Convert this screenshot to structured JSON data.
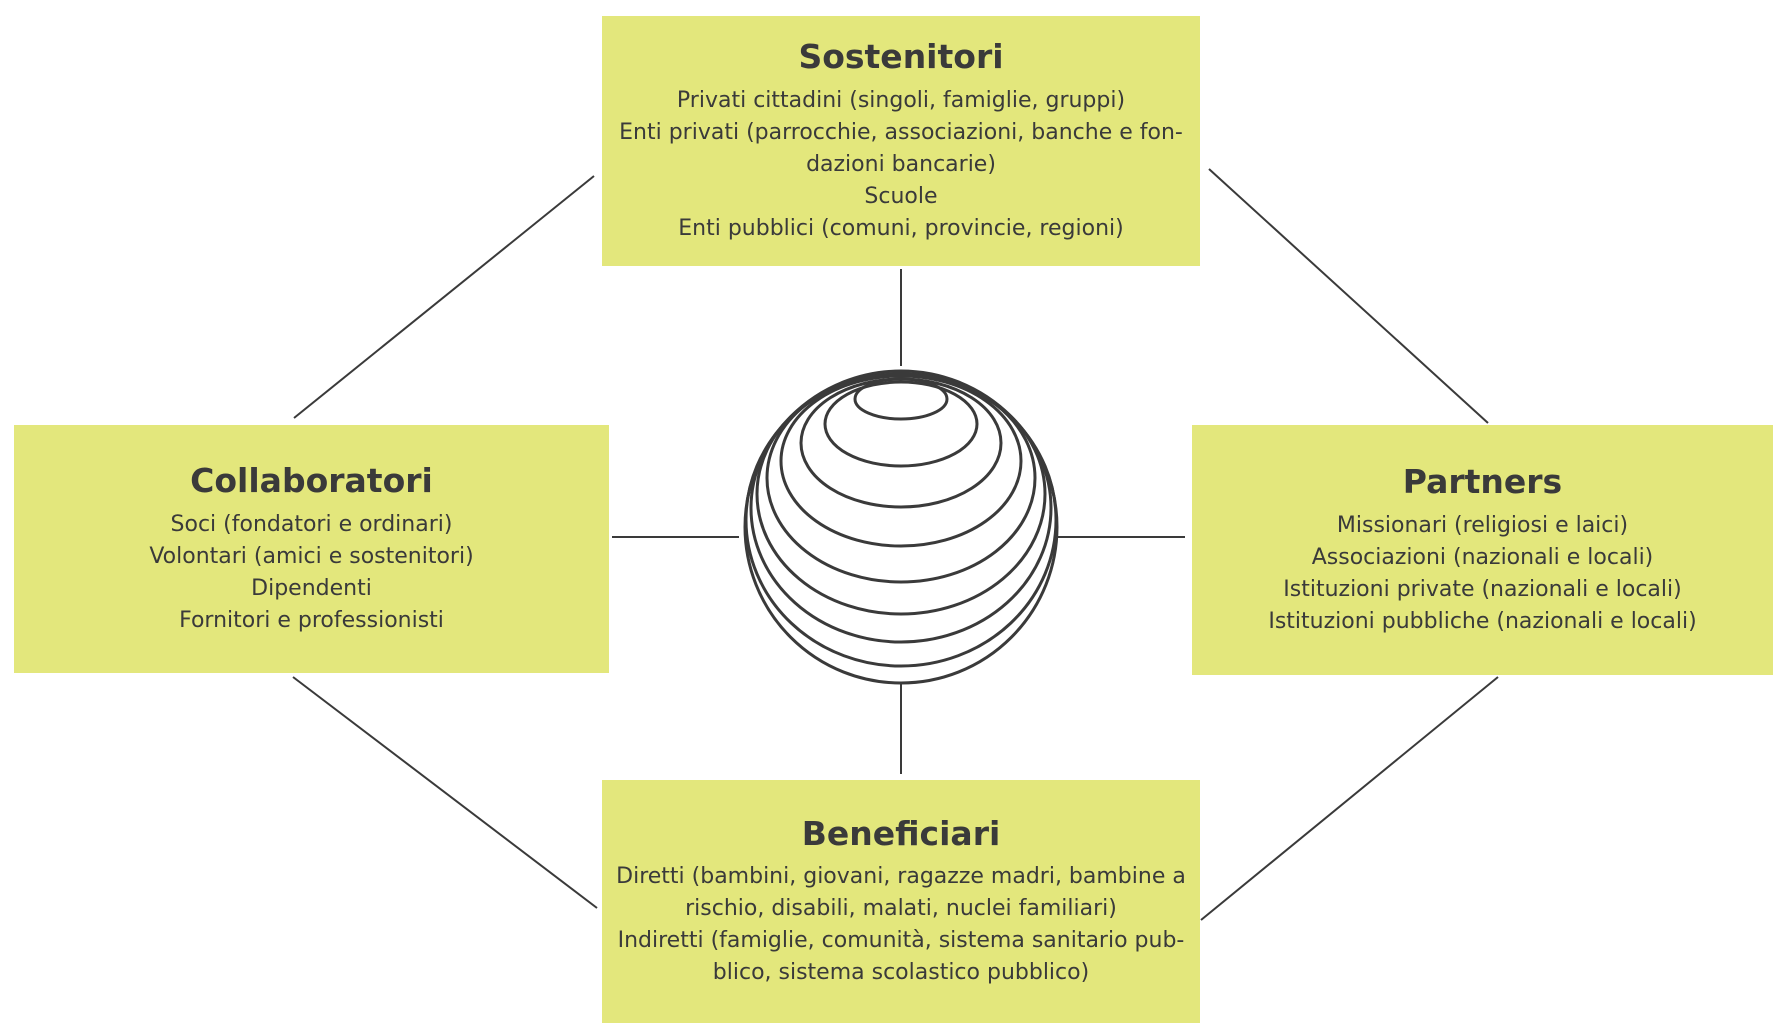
{
  "diagram": {
    "colors": {
      "box_fill": "#e3e77c",
      "line": "#3a3a3a",
      "text": "#3a3a3a"
    },
    "center_icon": "globe-icon",
    "boxes": {
      "sostenitori": {
        "title": "Sostenitori",
        "lines": [
          "Privati cittadini (singoli, famiglie, gruppi)",
          "Enti privati (parrocchie, associazioni, banche e fon-",
          "dazioni bancarie)",
          "Scuole",
          "Enti pubblici (comuni, provincie, regioni)"
        ]
      },
      "collaboratori": {
        "title": "Collaboratori",
        "lines": [
          "Soci (fondatori e ordinari)",
          "Volontari (amici e sostenitori)",
          "Dipendenti",
          "Fornitori e professionisti"
        ]
      },
      "partners": {
        "title": "Partners",
        "lines": [
          "Missionari (religiosi e laici)",
          "Associazioni (nazionali e locali)",
          "Istituzioni private (nazionali e locali)",
          "Istituzioni pubbliche (nazionali e locali)"
        ]
      },
      "beneficiari": {
        "title": "Beneficiari",
        "lines": [
          "Diretti (bambini, giovani, ragazze madri, bambine a",
          "rischio, disabili, malati, nuclei familiari)",
          "Indiretti (famiglie, comunità, sistema sanitario pub-",
          "blico, sistema scolastico pubblico)"
        ]
      }
    }
  }
}
